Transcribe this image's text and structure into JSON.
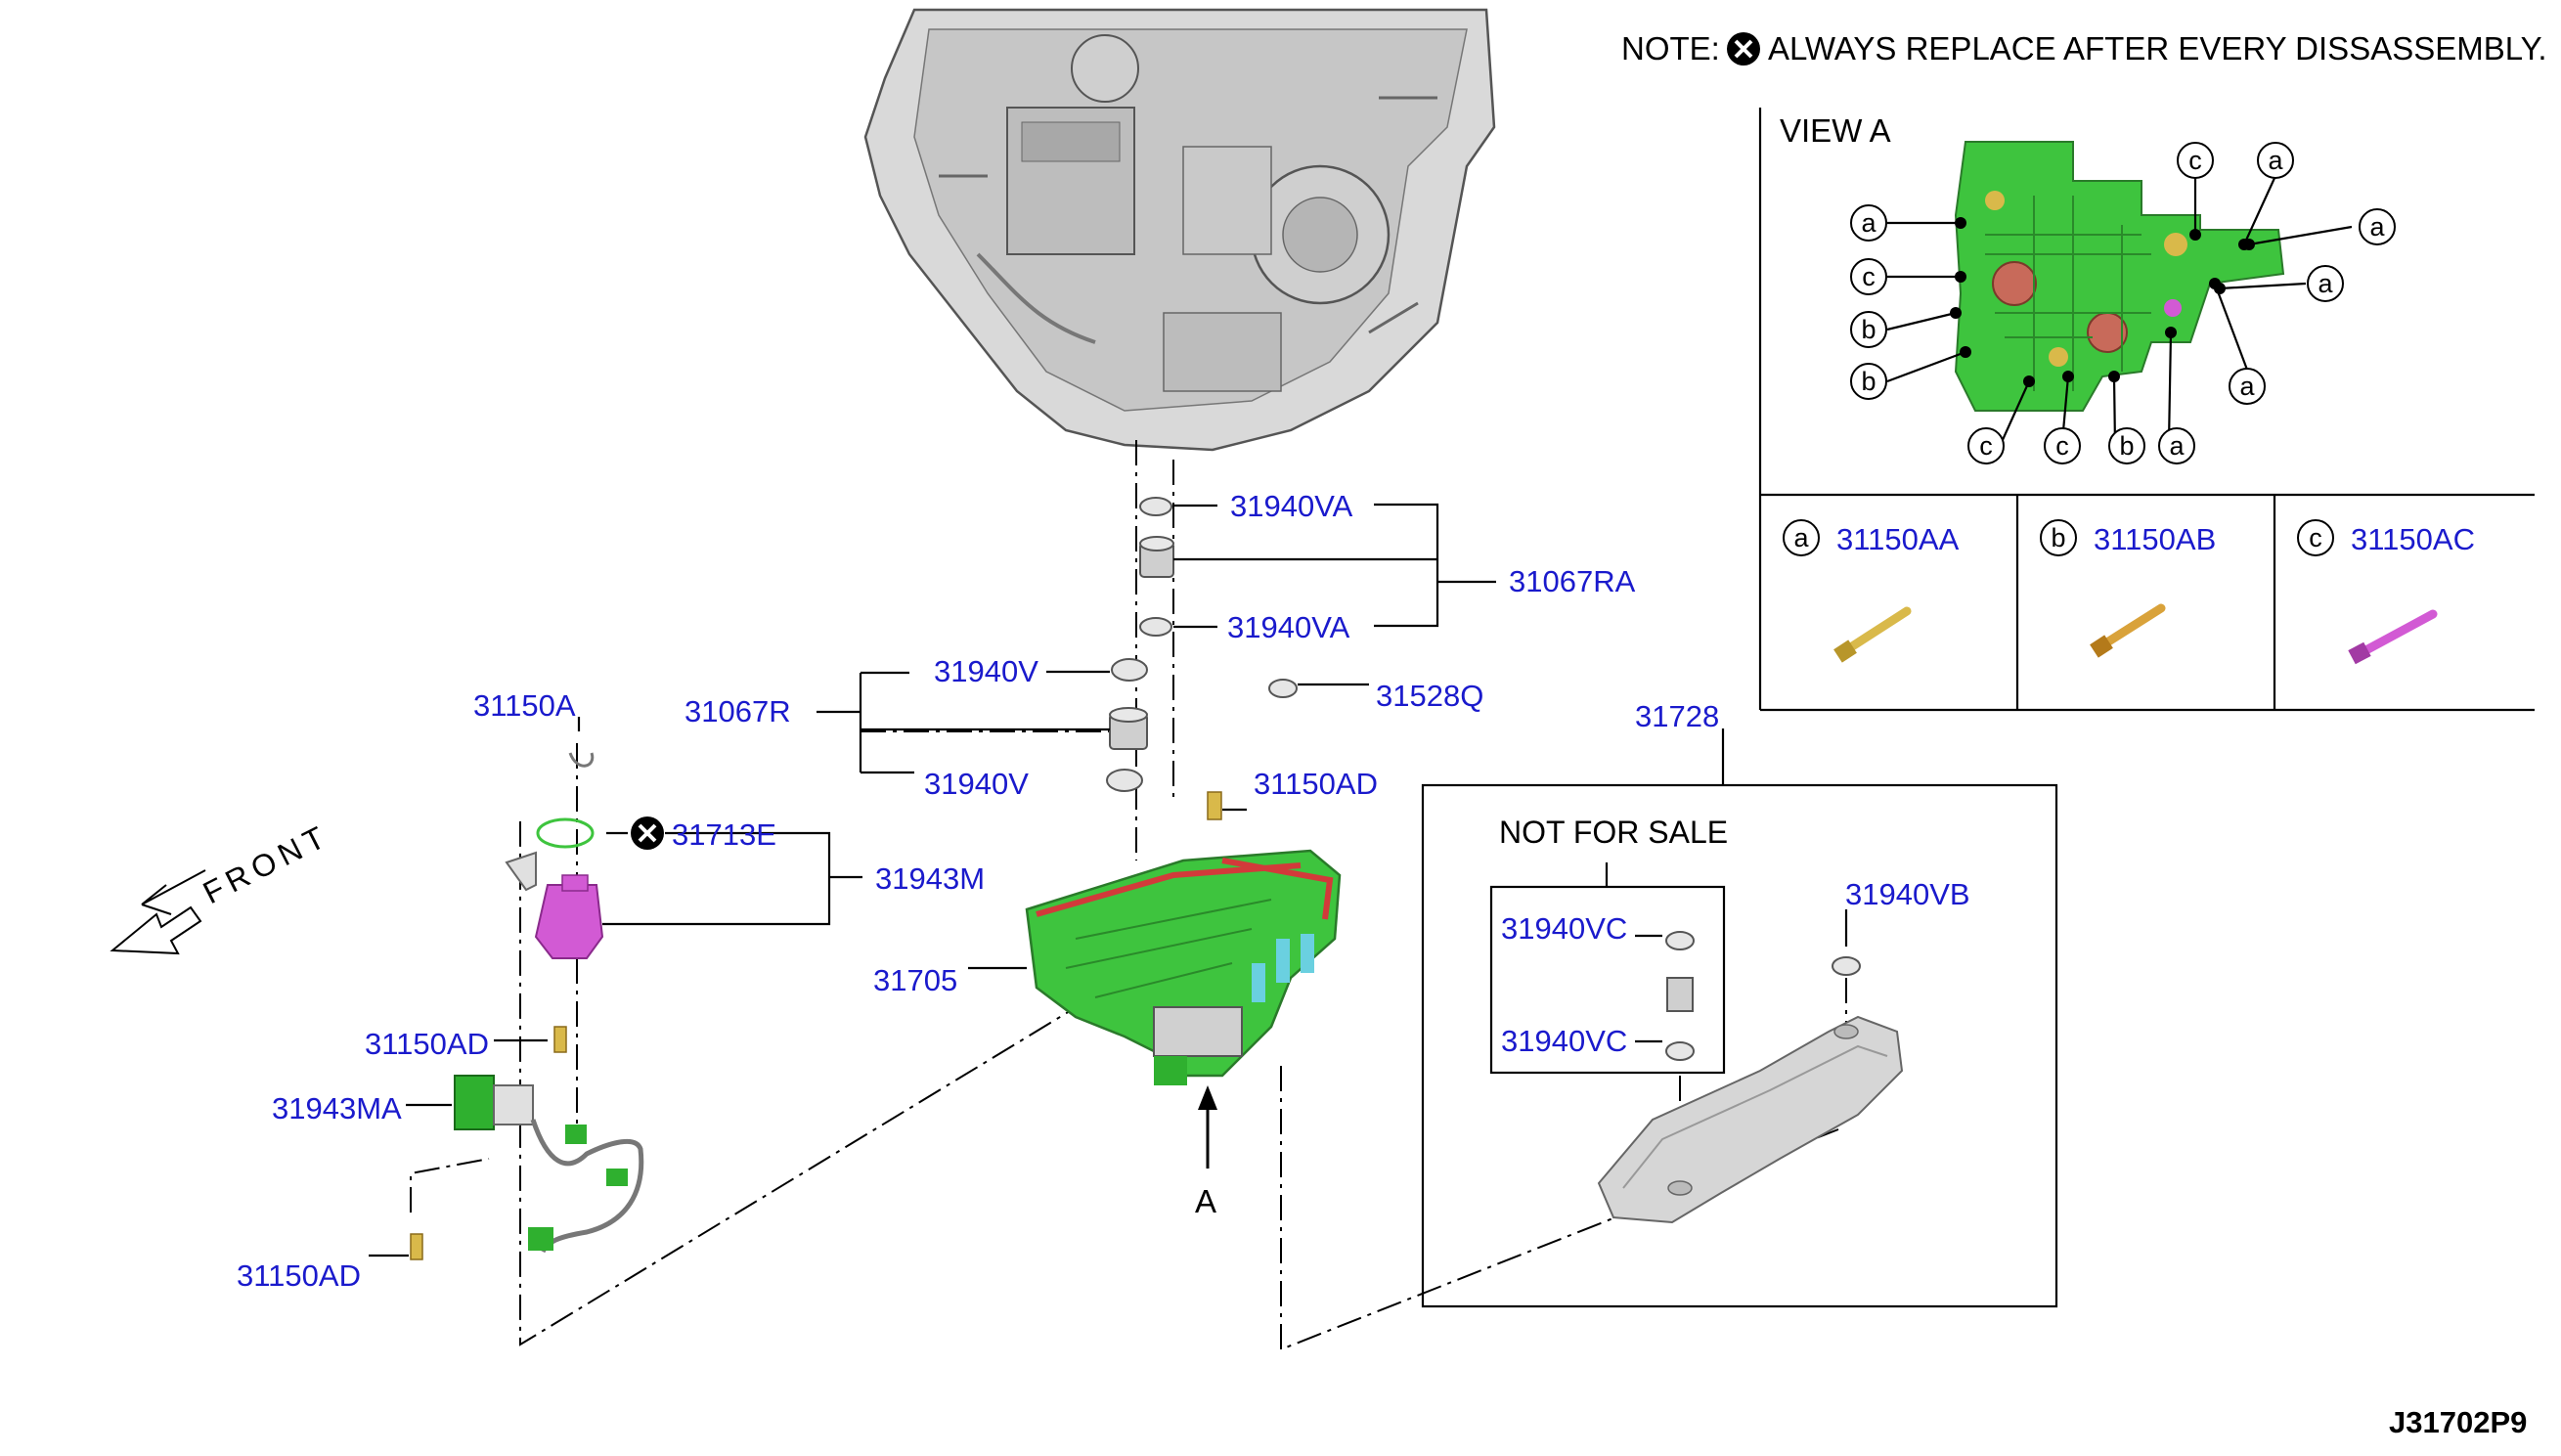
{
  "note": "NOTE:",
  "note_text": "ALWAYS REPLACE AFTER EVERY DISSASSEMBLY.",
  "diagram_code": "J31702P9",
  "front_label": "FRONT",
  "view_a": {
    "title": "VIEW A",
    "arrow_label": "A",
    "callout_letters": [
      "a",
      "c",
      "a",
      "a",
      "c",
      "a",
      "a",
      "b",
      "b",
      "c",
      "c",
      "b",
      "a"
    ]
  },
  "bolts": [
    {
      "letter": "a",
      "part": "31150AA",
      "color": "#d9b94a"
    },
    {
      "letter": "b",
      "part": "31150AB",
      "color": "#d9a23a"
    },
    {
      "letter": "c",
      "part": "31150AC",
      "color": "#d25ad4"
    }
  ],
  "not_for_sale": "NOT FOR SALE",
  "parts": {
    "p31940VA_top": "31940VA",
    "p31940VA_bot": "31940VA",
    "p31067RA": "31067RA",
    "p31940V_top": "31940V",
    "p31067R": "31067R",
    "p31940V_bot": "31940V",
    "p31528Q": "31528Q",
    "p31150AD_mid": "31150AD",
    "p31150A": "31150A",
    "p31713E": "31713E",
    "p31943M": "31943M",
    "p31705": "31705",
    "p31150AD_left": "31150AD",
    "p31943MA": "31943MA",
    "p31150AD_bot": "31150AD",
    "p31728": "31728",
    "p31940VC_top": "31940VC",
    "p31940VC_bot": "31940VC",
    "p31940VB": "31940VB"
  },
  "colors": {
    "part_number": "#1a1acc",
    "valve_body": "#3ec43e",
    "solenoid": "#d25ad4",
    "bolt_gold": "#d9b94a"
  }
}
